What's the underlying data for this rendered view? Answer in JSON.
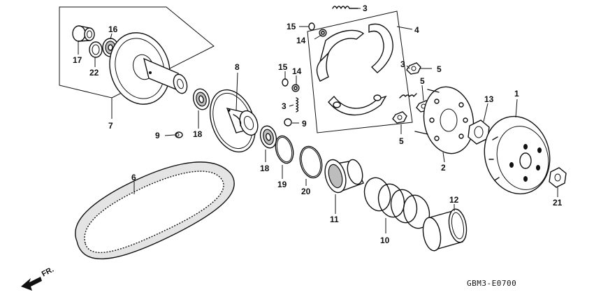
{
  "callouts": [
    {
      "id": "c1",
      "text": "1"
    },
    {
      "id": "c2",
      "text": "2"
    },
    {
      "id": "c3a",
      "text": "3"
    },
    {
      "id": "c3b",
      "text": "3"
    },
    {
      "id": "c3c",
      "text": "3"
    },
    {
      "id": "c4",
      "text": "4"
    },
    {
      "id": "c5a",
      "text": "5"
    },
    {
      "id": "c5b",
      "text": "5"
    },
    {
      "id": "c5c",
      "text": "5"
    },
    {
      "id": "c6",
      "text": "6"
    },
    {
      "id": "c7",
      "text": "7"
    },
    {
      "id": "c8",
      "text": "8"
    },
    {
      "id": "c9a",
      "text": "9"
    },
    {
      "id": "c9b",
      "text": "9"
    },
    {
      "id": "c10",
      "text": "10"
    },
    {
      "id": "c11",
      "text": "11"
    },
    {
      "id": "c12",
      "text": "12"
    },
    {
      "id": "c13",
      "text": "13"
    },
    {
      "id": "c14a",
      "text": "14"
    },
    {
      "id": "c14b",
      "text": "14"
    },
    {
      "id": "c15a",
      "text": "15"
    },
    {
      "id": "c15b",
      "text": "15"
    },
    {
      "id": "c16",
      "text": "16"
    },
    {
      "id": "c17",
      "text": "17"
    },
    {
      "id": "c18a",
      "text": "18"
    },
    {
      "id": "c18b",
      "text": "18"
    },
    {
      "id": "c19",
      "text": "19"
    },
    {
      "id": "c20",
      "text": "20"
    },
    {
      "id": "c21",
      "text": "21"
    },
    {
      "id": "c22",
      "text": "22"
    }
  ],
  "diagram_code": "GBM3-E0700",
  "direction_label": "FR."
}
